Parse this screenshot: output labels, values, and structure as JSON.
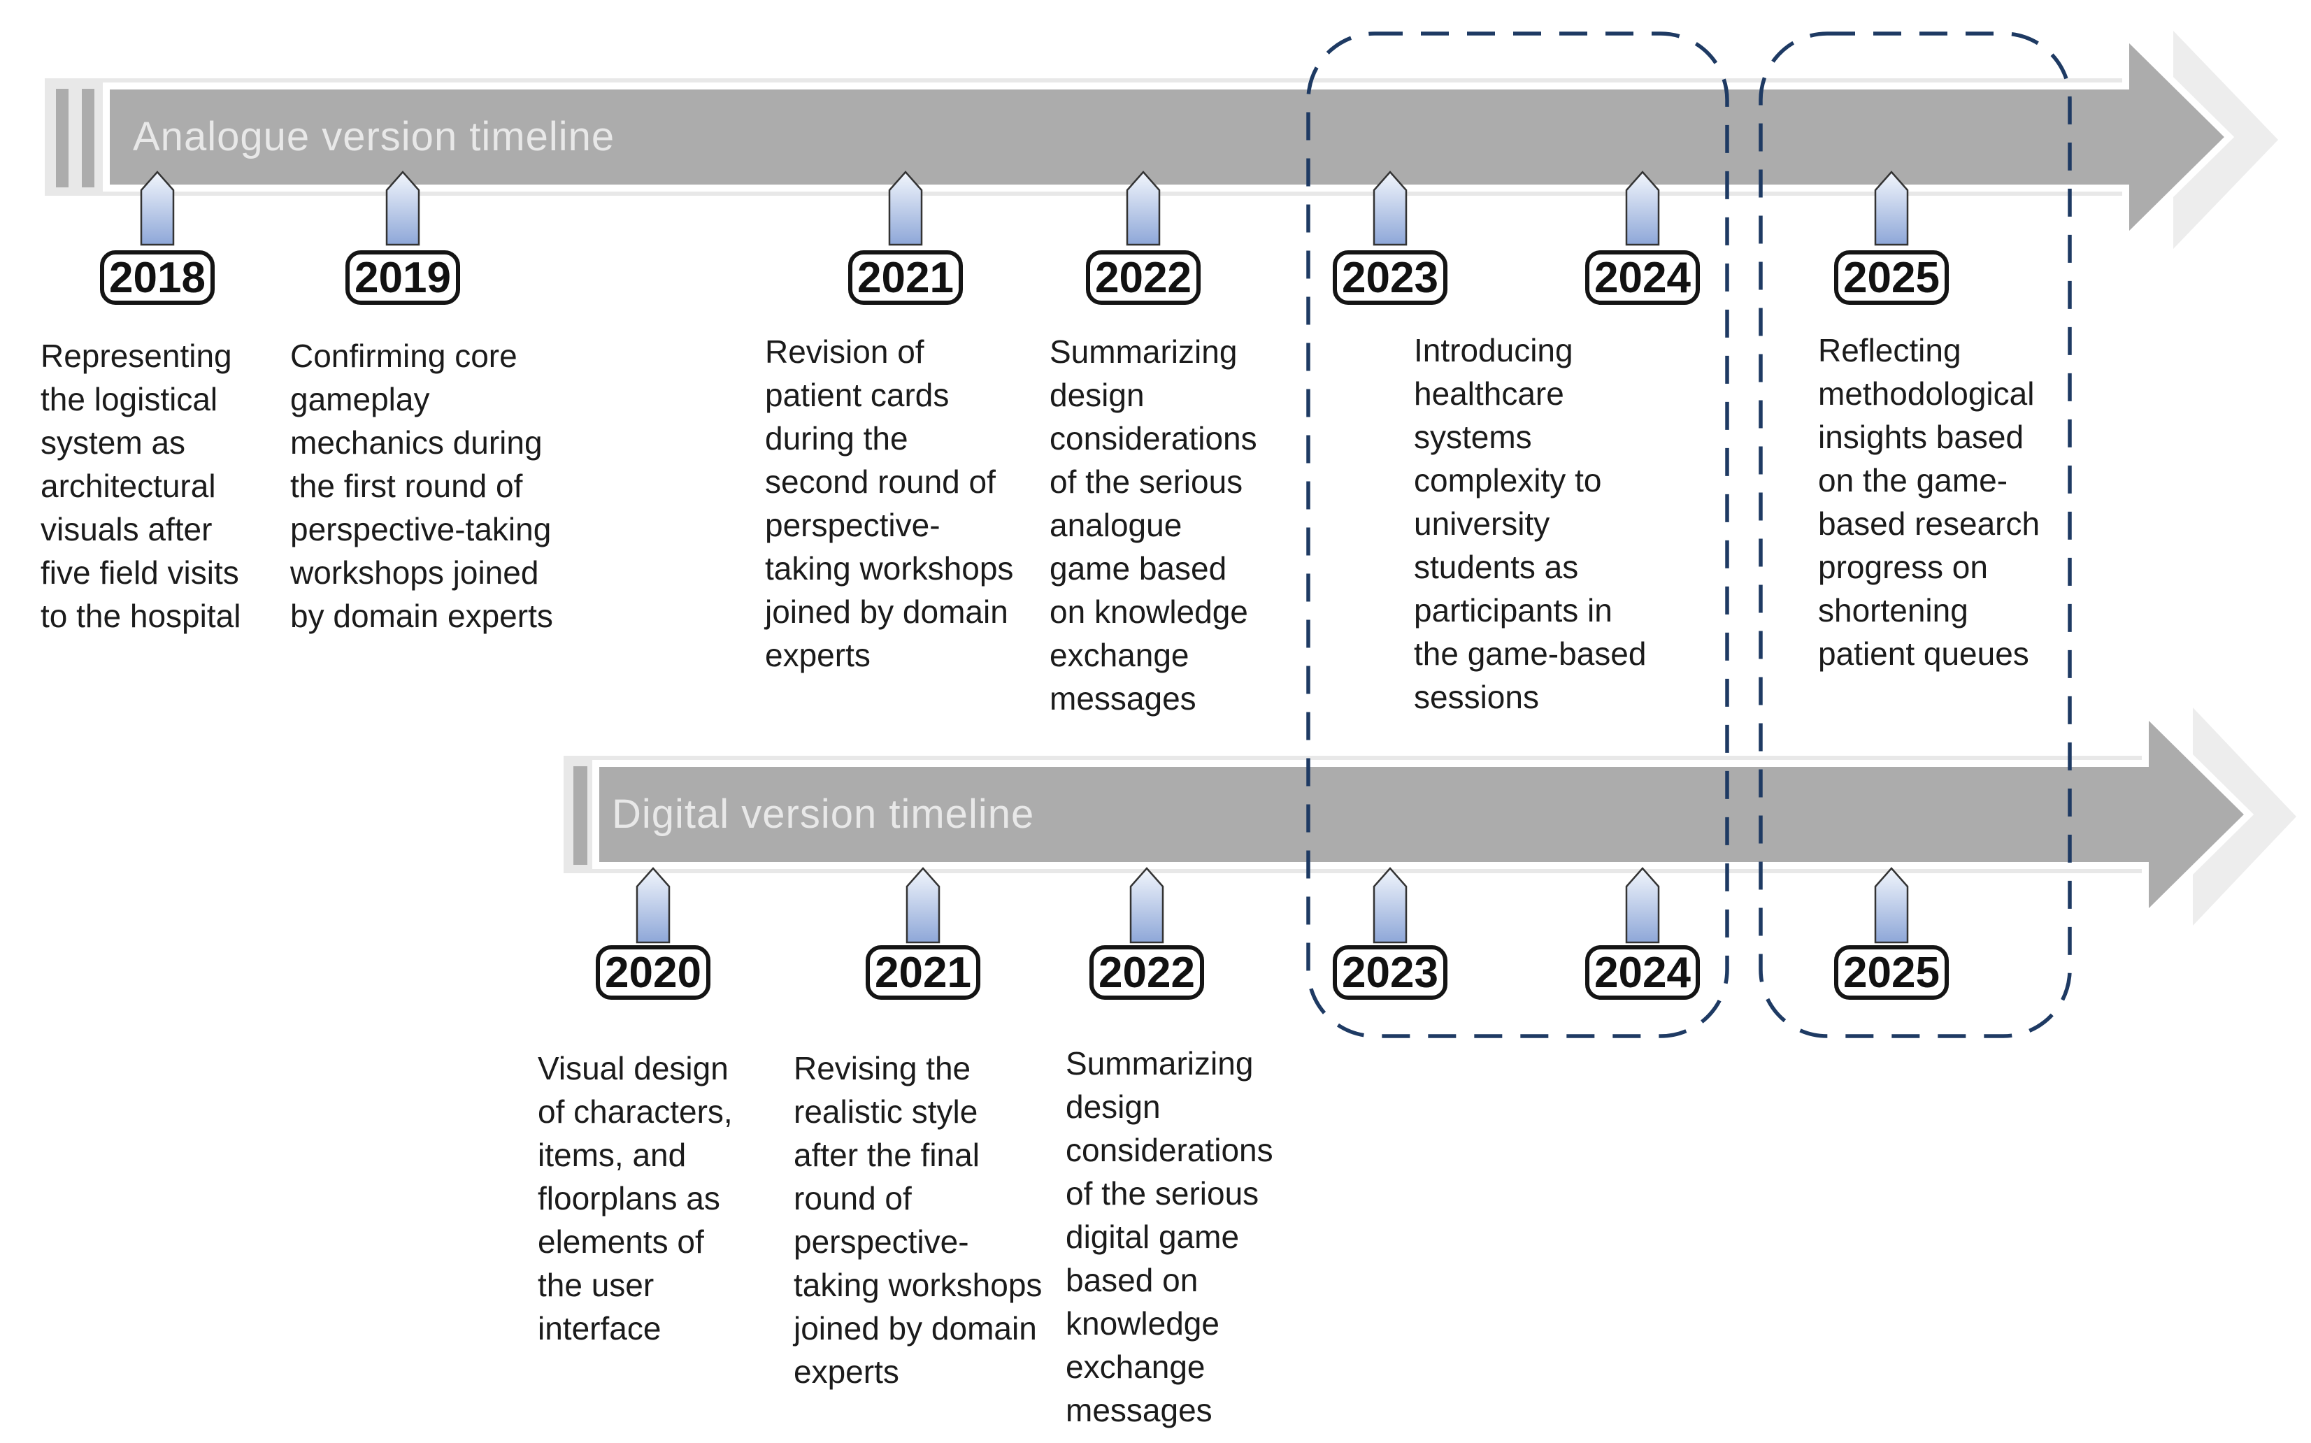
{
  "analogue": {
    "title": "Analogue version timeline",
    "years": [
      "2018",
      "2019",
      "2021",
      "2022",
      "2023",
      "2024",
      "2025"
    ],
    "descriptions": {
      "y2018": "Representing\nthe logistical\nsystem as\narchitectural\nvisuals after\nfive field visits\nto the hospital",
      "y2019": "Confirming core\ngameplay\nmechanics during\nthe first round of\nperspective-taking\nworkshops joined\nby domain experts",
      "y2021": "Revision of\npatient cards\nduring the\nsecond round of\nperspective-\ntaking workshops\njoined by domain\nexperts",
      "y2022": "Summarizing\ndesign\nconsiderations\nof the serious\nanalogue\ngame based\non knowledge\nexchange\nmessages",
      "y2023_2024": "Introducing\nhealthcare\nsystems\ncomplexity to\nuniversity\nstudents as\nparticipants in\nthe game-based\nsessions",
      "y2025": "Reflecting\nmethodological\ninsights based\non the game-\nbased research\nprogress on\nshortening\npatient queues"
    }
  },
  "digital": {
    "title": "Digital version timeline",
    "years": [
      "2020",
      "2021",
      "2022",
      "2023",
      "2024",
      "2025"
    ],
    "descriptions": {
      "y2020": "Visual design\nof characters,\nitems, and\nfloorplans as\nelements of\nthe user\ninterface",
      "y2021": "Revising the\nrealistic style\nafter the final\nround of\nperspective-\ntaking workshops\njoined by domain\nexperts",
      "y2022": "Summarizing\ndesign\nconsiderations\nof the serious\ndigital game\nbased on\nknowledge\nexchange\nmessages"
    }
  },
  "colors": {
    "bar_gray": "#acacac",
    "bar_glow": "#e8e8e8",
    "arrow_shadow": "#ededed",
    "marker_blue_top": "#f2f6fc",
    "marker_blue_bottom": "#8ea7d8",
    "marker_stroke": "#333333",
    "group_dash_navy": "#1e3a63",
    "year_box_border": "#141414",
    "text": "#1b1b1b",
    "bar_title_text": "#e8e8e8"
  }
}
